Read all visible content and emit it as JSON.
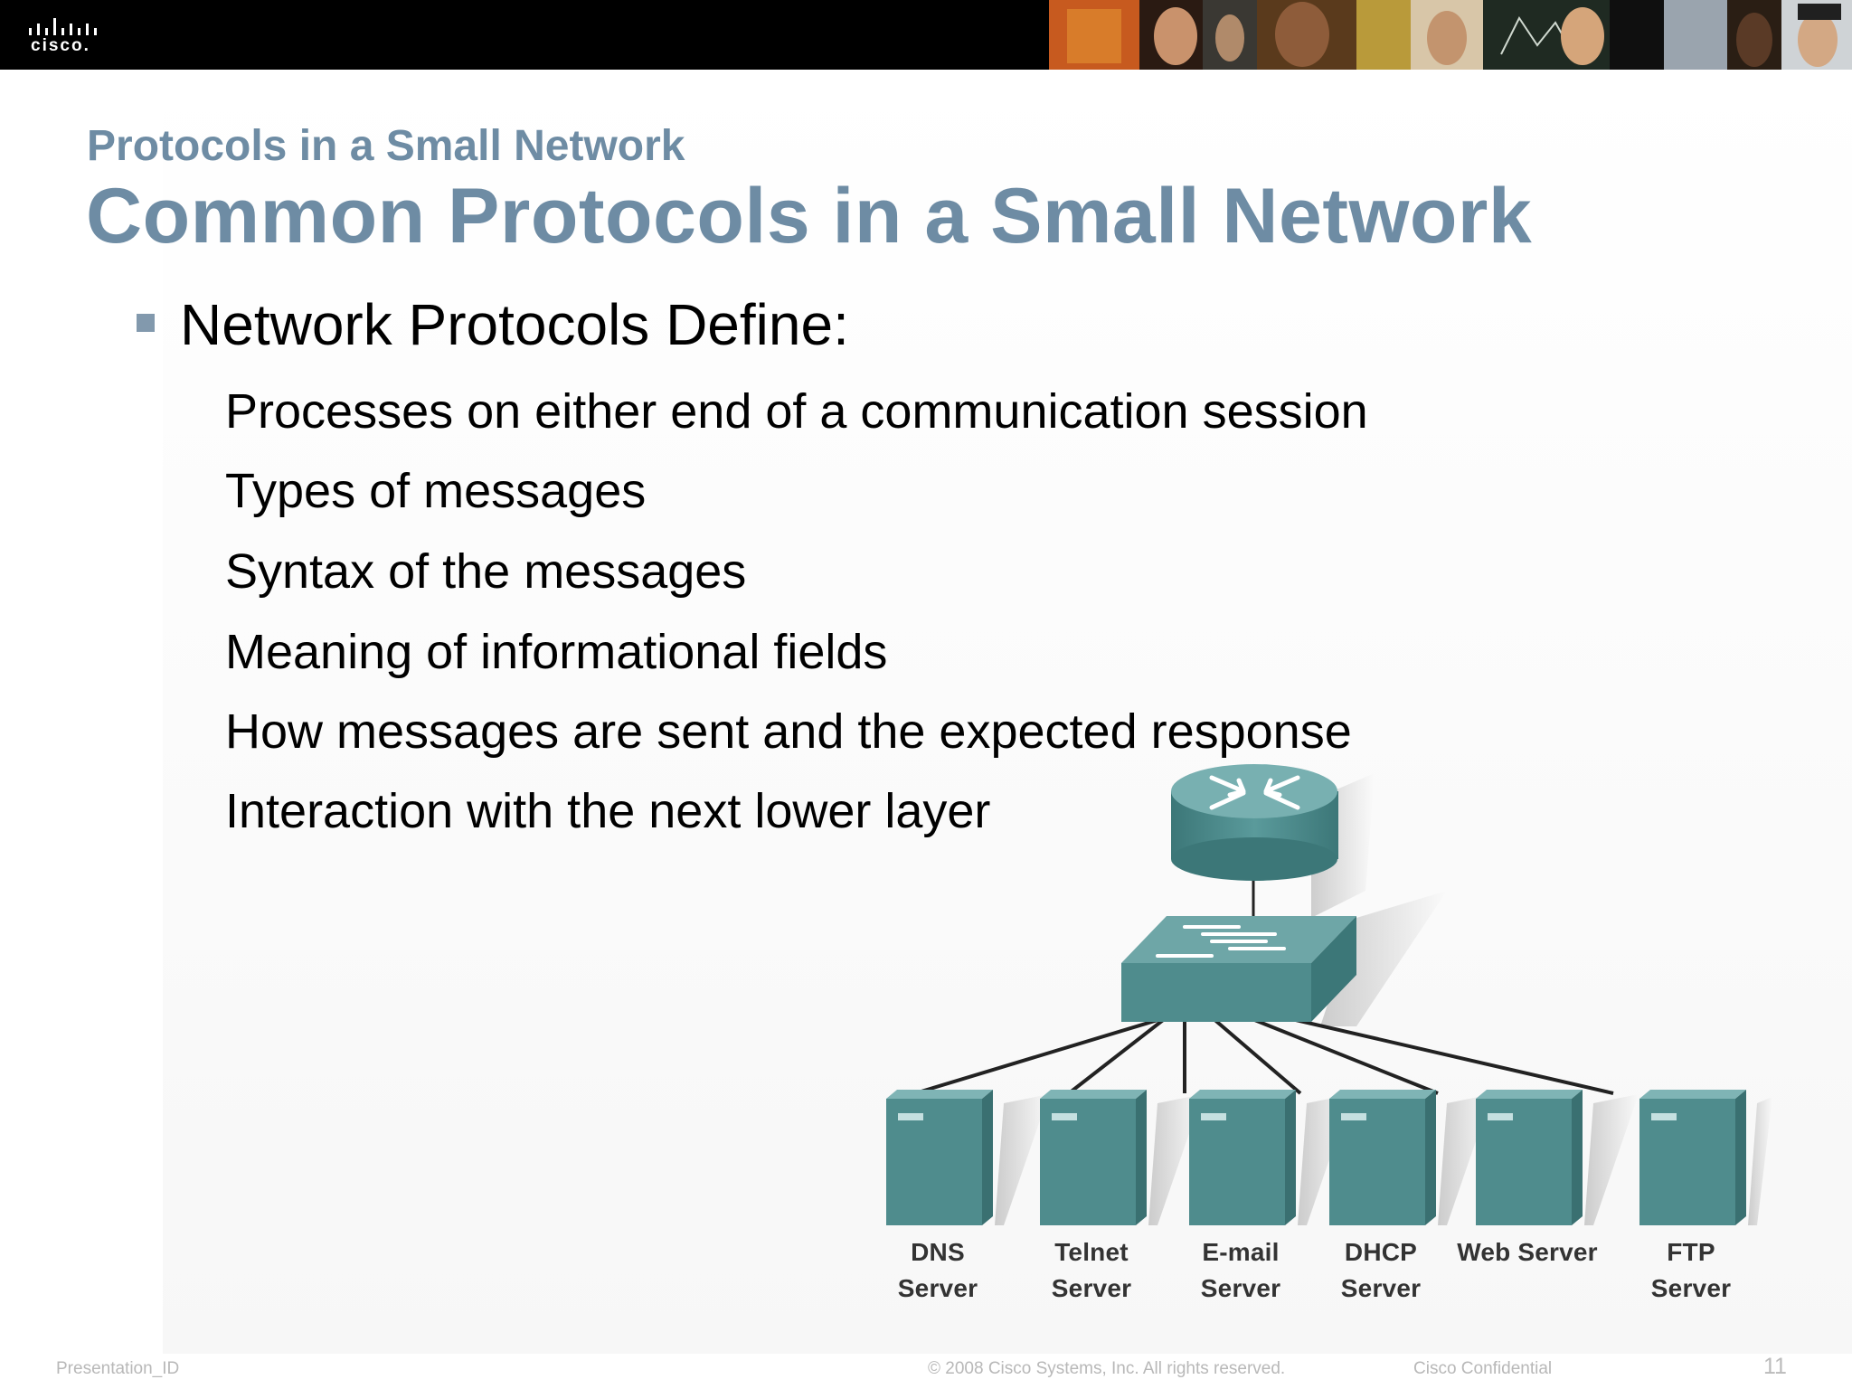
{
  "header": {
    "logo_text": "cisco."
  },
  "slide": {
    "subtitle": "Protocols in a Small Network",
    "title": "Common Protocols in a Small Network",
    "bullet": "Network Protocols Define:",
    "sub_items": [
      "Processes on either end of a communication session",
      "Types of messages",
      "Syntax of the messages",
      "Meaning of informational fields",
      "How messages are sent and the expected response",
      "Interaction with the next lower layer"
    ]
  },
  "diagram": {
    "servers": [
      {
        "line1": "DNS",
        "line2": "Server"
      },
      {
        "line1": "Telnet",
        "line2": "Server"
      },
      {
        "line1": "E-mail",
        "line2": "Server"
      },
      {
        "line1": "DHCP",
        "line2": "Server"
      },
      {
        "line1": "Web Server",
        "line2": ""
      },
      {
        "line1": "FTP",
        "line2": "Server"
      }
    ],
    "device_color": "#4f8c8d"
  },
  "footer": {
    "left": "Presentation_ID",
    "center": "© 2008 Cisco Systems, Inc. All rights reserved.",
    "right": "Cisco Confidential",
    "page": "11"
  },
  "colors": {
    "title": "#6e8ca4",
    "banner": "#000000"
  }
}
